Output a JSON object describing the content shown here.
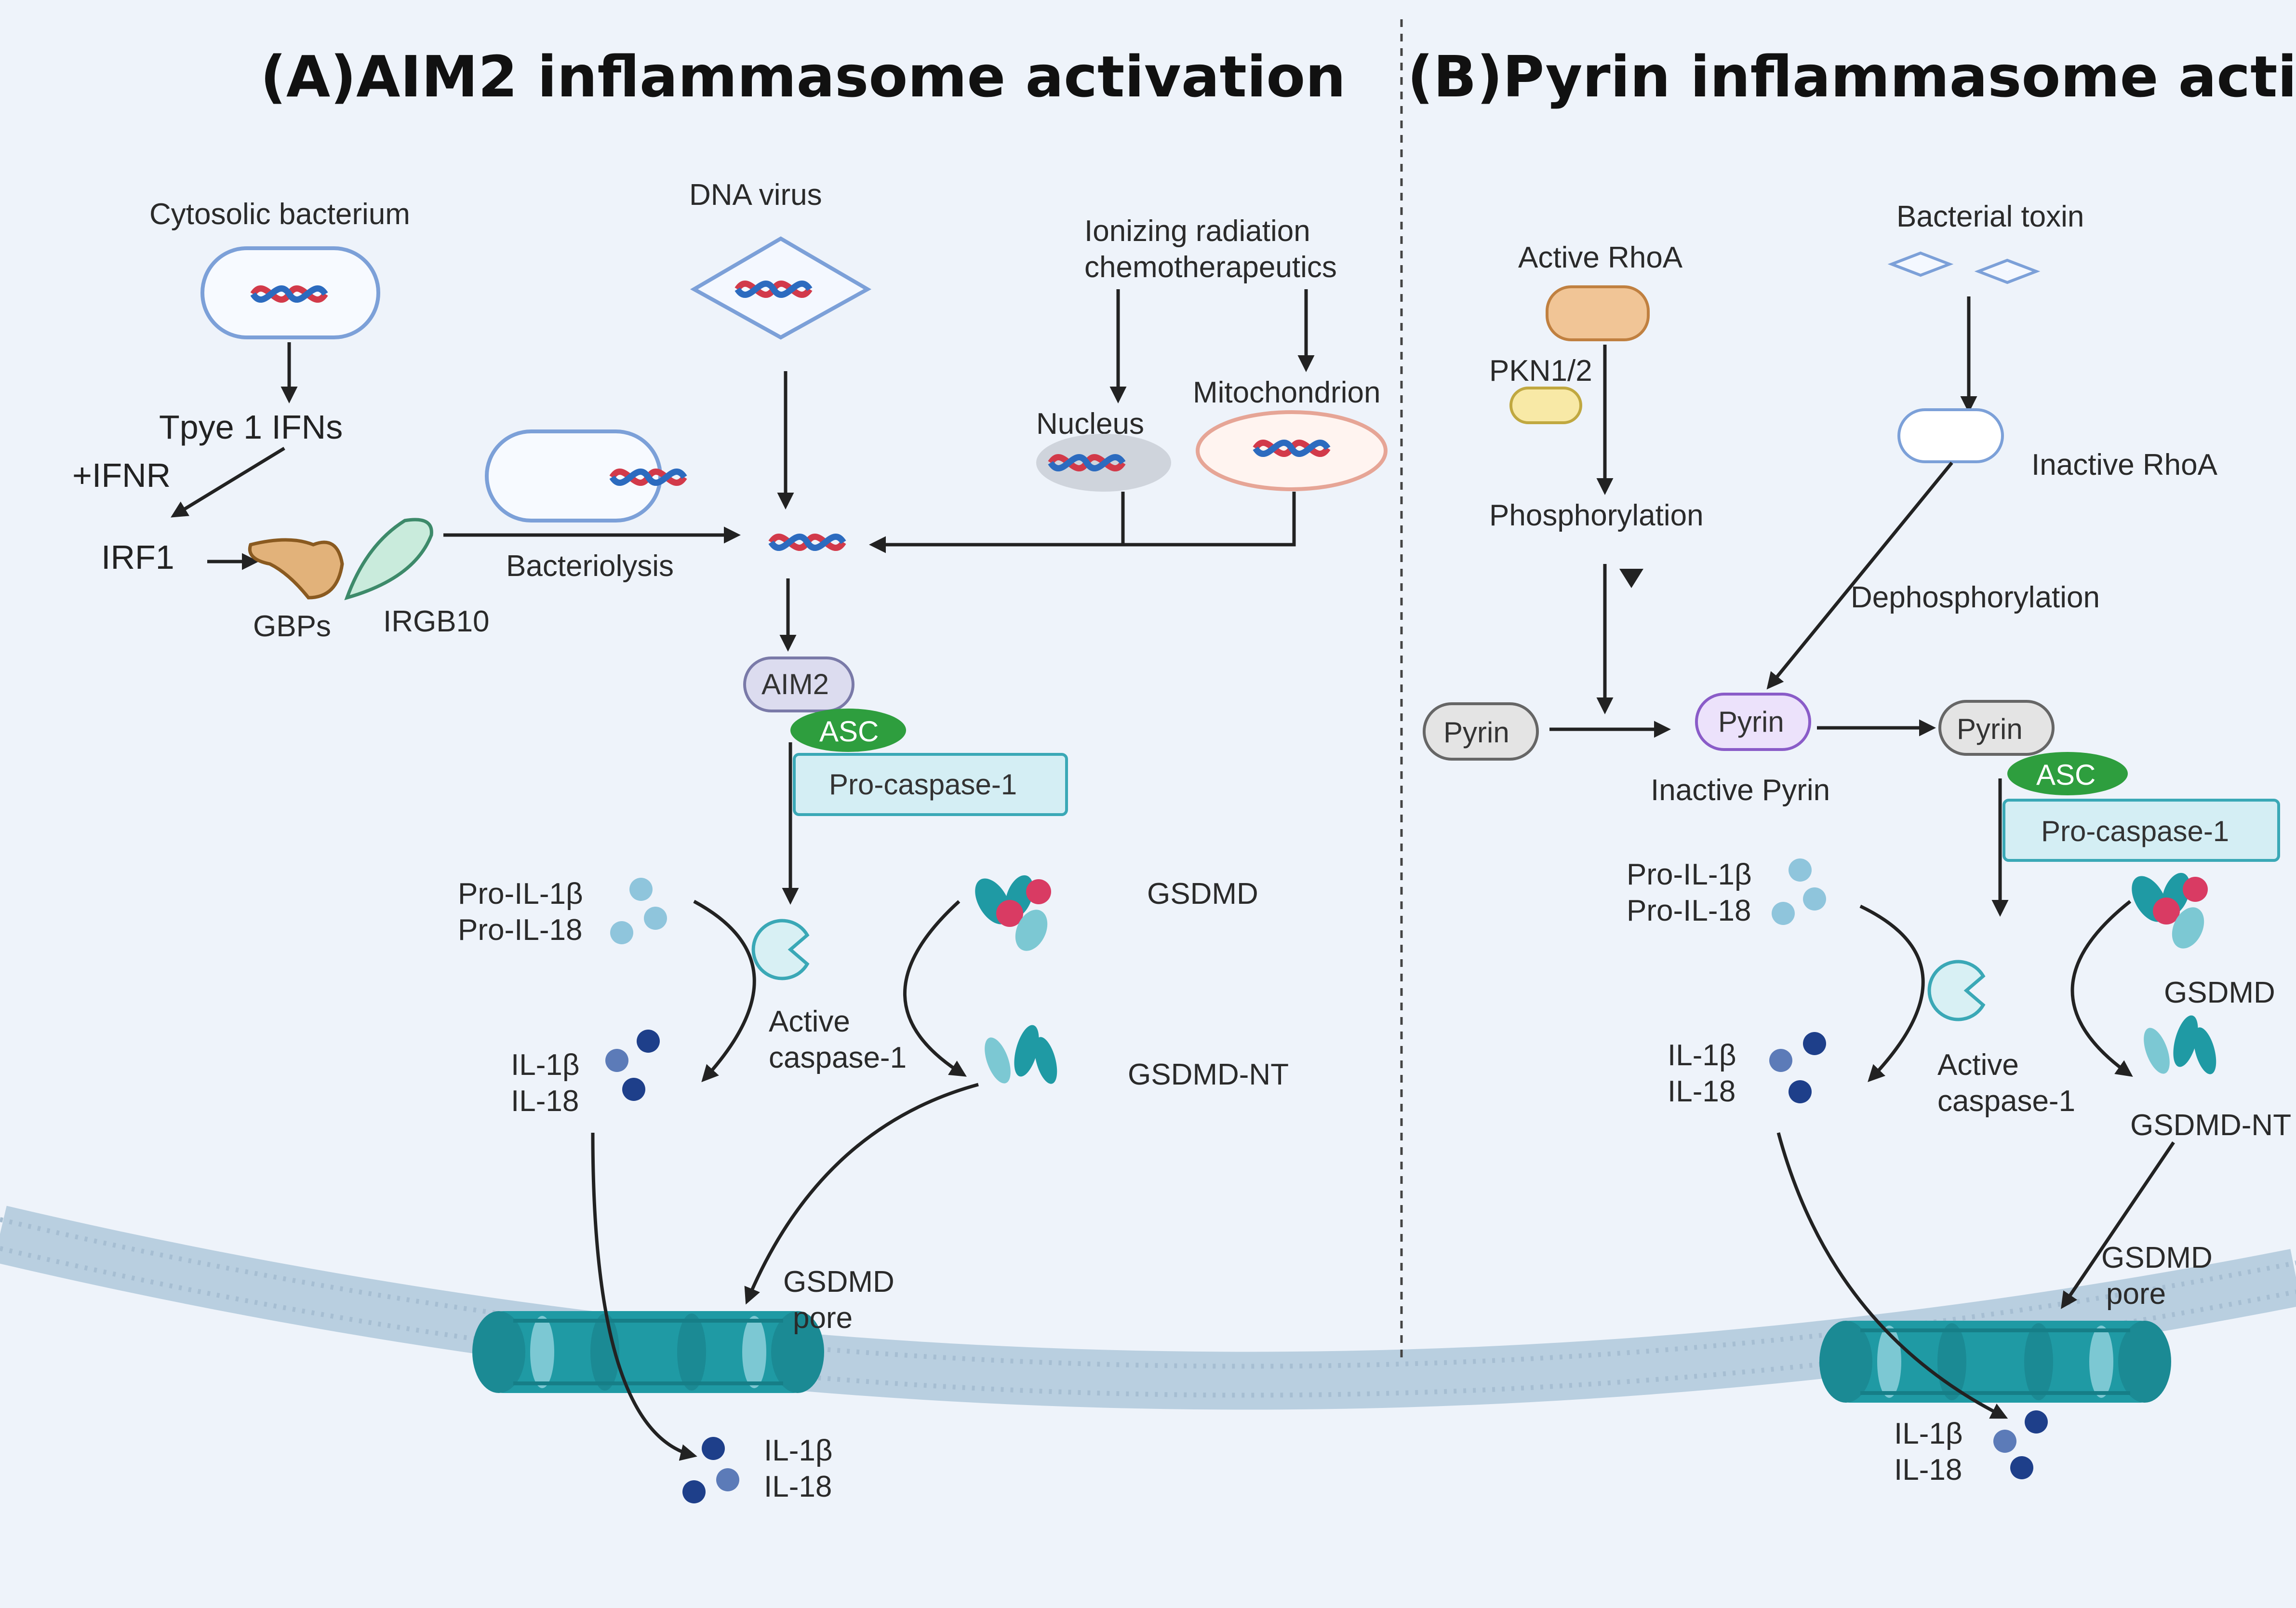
{
  "panels": {
    "a": {
      "title": "(A)AIM2 inflammasome activation",
      "labels": {
        "cytosolic_bacterium": "Cytosolic bacterium",
        "type1_ifns": "Tpye 1 IFNs",
        "ifnr": "+IFNR",
        "irf1": "IRF1",
        "gbps": "GBPs",
        "irgb10": "IRGB10",
        "bacteriolysis": "Bacteriolysis",
        "dna_virus": "DNA virus",
        "radiation_1": "Ionizing radiation",
        "radiation_2": "chemotherapeutics",
        "nucleus": "Nucleus",
        "mitochondrion": "Mitochondrion",
        "aim2": "AIM2",
        "asc": "ASC",
        "pro_caspase": "Pro-caspase-1",
        "pro_il1b": "Pro-IL-1β",
        "pro_il18": "Pro-IL-18",
        "il1b": "IL-1β",
        "il18": "IL-18",
        "active_1": "Active",
        "active_2": "caspase-1",
        "gsdmd": "GSDMD",
        "gsdmd_nt": "GSDMD-NT",
        "pore_1": "GSDMD",
        "pore_2": "pore",
        "out_il1b": "IL-1β",
        "out_il18": "IL-18"
      }
    },
    "b": {
      "title": "(B)Pyrin inflammasome activation",
      "labels": {
        "active_rhoa": "Active RhoA",
        "pkn": "PKN1/2",
        "phosphorylation": "Phosphorylation",
        "bacterial_toxin": "Bacterial toxin",
        "inactive_rhoa": "Inactive RhoA",
        "dephosphorylation": "Dephosphorylation",
        "pyrin_left": "Pyrin",
        "pyrin_mid": "Pyrin",
        "pyrin_right": "Pyrin",
        "inactive_pyrin": "Inactive Pyrin",
        "asc": "ASC",
        "pro_caspase": "Pro-caspase-1",
        "pro_il1b": "Pro-IL-1β",
        "pro_il18": "Pro-IL-18",
        "il1b": "IL-1β",
        "il18": "IL-18",
        "active_1": "Active",
        "active_2": "caspase-1",
        "gsdmd": "GSDMD",
        "gsdmd_nt": "GSDMD-NT",
        "pore_1": "GSDMD",
        "pore_2": "pore",
        "out_il1b": "IL-1β",
        "out_il18": "IL-18"
      }
    }
  },
  "colors": {
    "background": "#eef3fa",
    "dna_red": "#d23a4a",
    "dna_blue": "#2c6bbf",
    "asc_green": "#2e9e3e",
    "procaspase_fill": "#d4eef4",
    "gsdmd_teal": "#1f9aa4",
    "il_dark": "#1e3f8a",
    "il_light": "#8fc5dc"
  }
}
